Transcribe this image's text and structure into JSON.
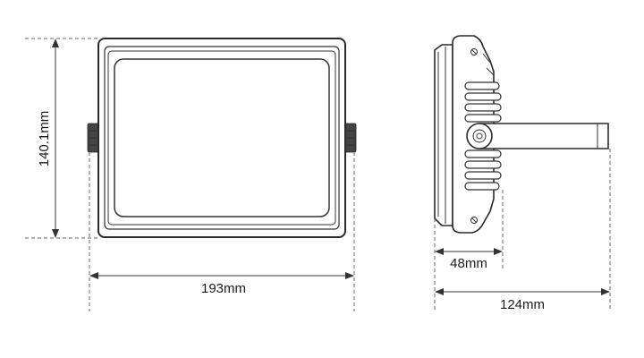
{
  "dimensions": {
    "height_label": "140.1mm",
    "width_label": "193mm",
    "depth_label": "48mm",
    "total_depth_label": "124mm"
  },
  "colors": {
    "line": "#2a2a2a",
    "background": "#ffffff"
  }
}
